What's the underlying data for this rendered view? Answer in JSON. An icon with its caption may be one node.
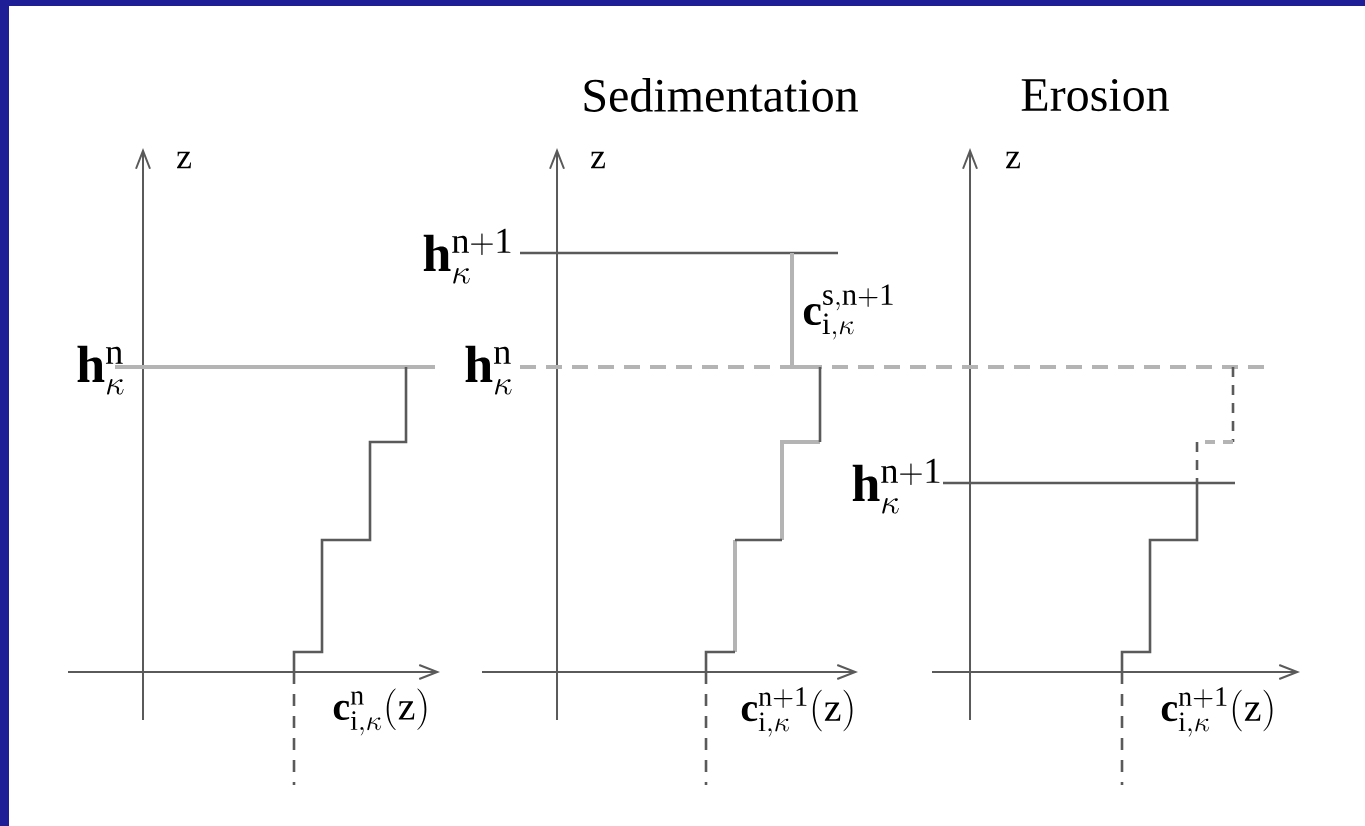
{
  "diagram": {
    "labels": [
      "Sedimentation",
      "Erosion",
      "z",
      "z",
      "z",
      "\\mathbf{h}_{\\kappa}^{\\mathrm{n}}",
      "\\mathbf{h}_{\\kappa}^{\\mathrm{n+1}}",
      "\\mathbf{c}_{\\mathrm{i},\\kappa}^{\\mathrm{s,n+1}}",
      "\\mathbf{h}_{\\kappa}^{\\mathrm{n}}",
      "\\mathbf{h}_{\\kappa}^{\\mathrm{n+1}}",
      "\\mathbf{c}_{\\mathrm{i},\\kappa}^{\\mathrm{n}}(\\mathrm{z})",
      "\\mathbf{c}_{\\mathrm{i},\\kappa}^{\\mathrm{n+1}}(\\mathrm{z})",
      "\\mathbf{c}_{\\mathrm{i},\\kappa}^{\\mathrm{n+1}}(\\mathrm{z})"
    ]
  }
}
